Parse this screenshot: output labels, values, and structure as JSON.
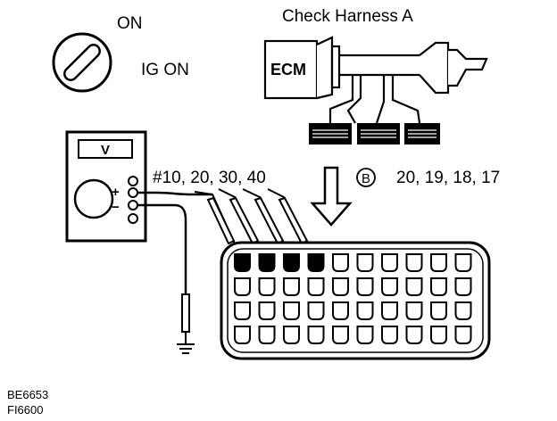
{
  "ignition": {
    "on_label": "ON",
    "ig_label": "IG ON"
  },
  "harness": {
    "title": "Check Harness A",
    "ecm_label": "ECM"
  },
  "meter": {
    "display_symbol": "V",
    "plus_symbol": "+",
    "minus_symbol": "−"
  },
  "terminals": {
    "ecm_pins_label": "#10, 20, 30, 40",
    "connector_marker": "B",
    "harness_pins_label": "20, 19, 18, 17"
  },
  "codes": {
    "line1": "BE6653",
    "line2": "FI6600"
  }
}
